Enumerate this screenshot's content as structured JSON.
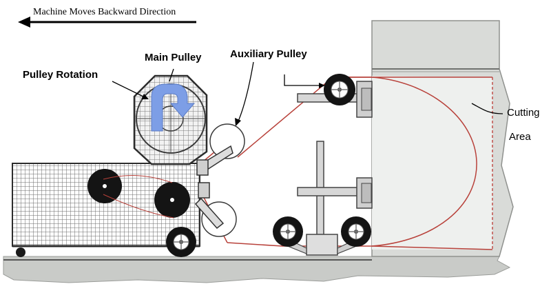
{
  "labels": {
    "direction": "Machine Moves Backward Direction",
    "main_pulley": "Main Pulley",
    "auxiliary_pulley": "Auxiliary Pulley",
    "pulley_rotation": "Pulley Rotation",
    "cutting": "Cutting",
    "area": "Area"
  },
  "colors": {
    "wire": "#b8413a",
    "rotation_arrow": "#7d9ee6",
    "frame": "#333333",
    "concrete": "#d9dbd8",
    "ground": "#c4c6c3"
  }
}
